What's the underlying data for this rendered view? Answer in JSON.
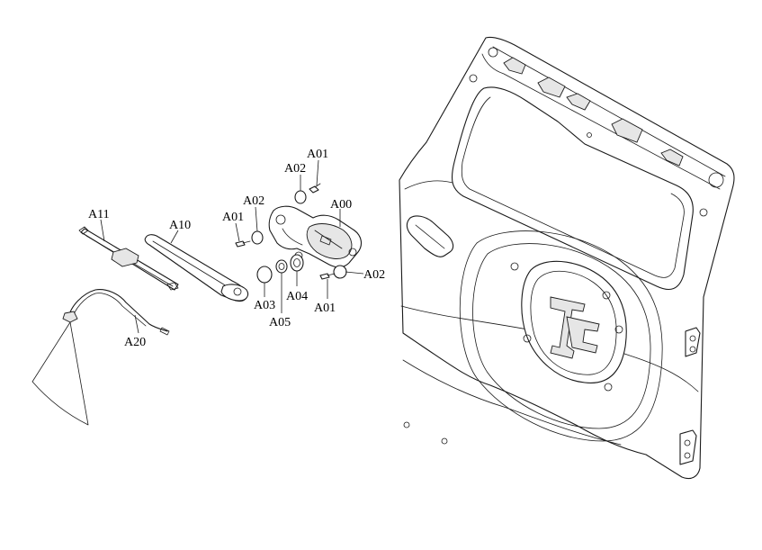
{
  "callouts": {
    "a00": "A00",
    "a01_top": "A01",
    "a01_left": "A01",
    "a01_bottom": "A01",
    "a02_top": "A02",
    "a02_left": "A02",
    "a02_right": "A02",
    "a03": "A03",
    "a04": "A04",
    "a05": "A05",
    "a10": "A10",
    "a11": "A11",
    "a20": "A20"
  }
}
